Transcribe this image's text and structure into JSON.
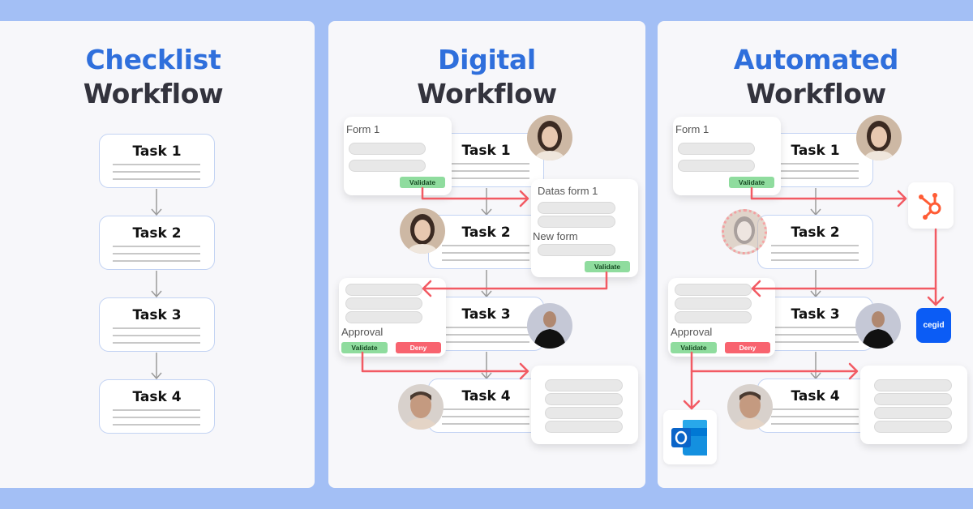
{
  "colors": {
    "background": "#a3bff5",
    "panel": "#f7f7fa",
    "title_accent": "#2f6fdc",
    "title_dark": "#33333d",
    "arrow_red": "#f25a63",
    "arrow_gray": "#9a9a9a",
    "validate_green": "#8fdc9e",
    "deny_red": "#f8636f",
    "cegid_blue": "#0b5cf5",
    "hubspot_orange": "#ff5c35",
    "outlook_blue": "#0a64c8"
  },
  "panels": [
    {
      "title_line1": "Checklist",
      "title_line2": "Workflow",
      "tasks": [
        "Task 1",
        "Task 2",
        "Task 3",
        "Task 4"
      ]
    },
    {
      "title_line1": "Digital",
      "title_line2": "Workflow",
      "tasks": [
        "Task 1",
        "Task 2",
        "Task 3",
        "Task 4"
      ],
      "form1": {
        "label": "Form 1",
        "validate": "Validate"
      },
      "datas_form": {
        "label": "Datas form 1",
        "new_form_label": "New form",
        "validate": "Validate"
      },
      "approval": {
        "label": "Approval",
        "validate": "Validate",
        "deny": "Deny"
      }
    },
    {
      "title_line1": "Automated",
      "title_line2": "Workflow",
      "tasks": [
        "Task 1",
        "Task 2",
        "Task 3",
        "Task 4"
      ],
      "form1": {
        "label": "Form 1",
        "validate": "Validate"
      },
      "approval": {
        "label": "Approval",
        "validate": "Validate",
        "deny": "Deny"
      },
      "integrations": {
        "hubspot": "hubspot-icon",
        "cegid": "cegid",
        "outlook": "outlook-icon"
      }
    }
  ]
}
